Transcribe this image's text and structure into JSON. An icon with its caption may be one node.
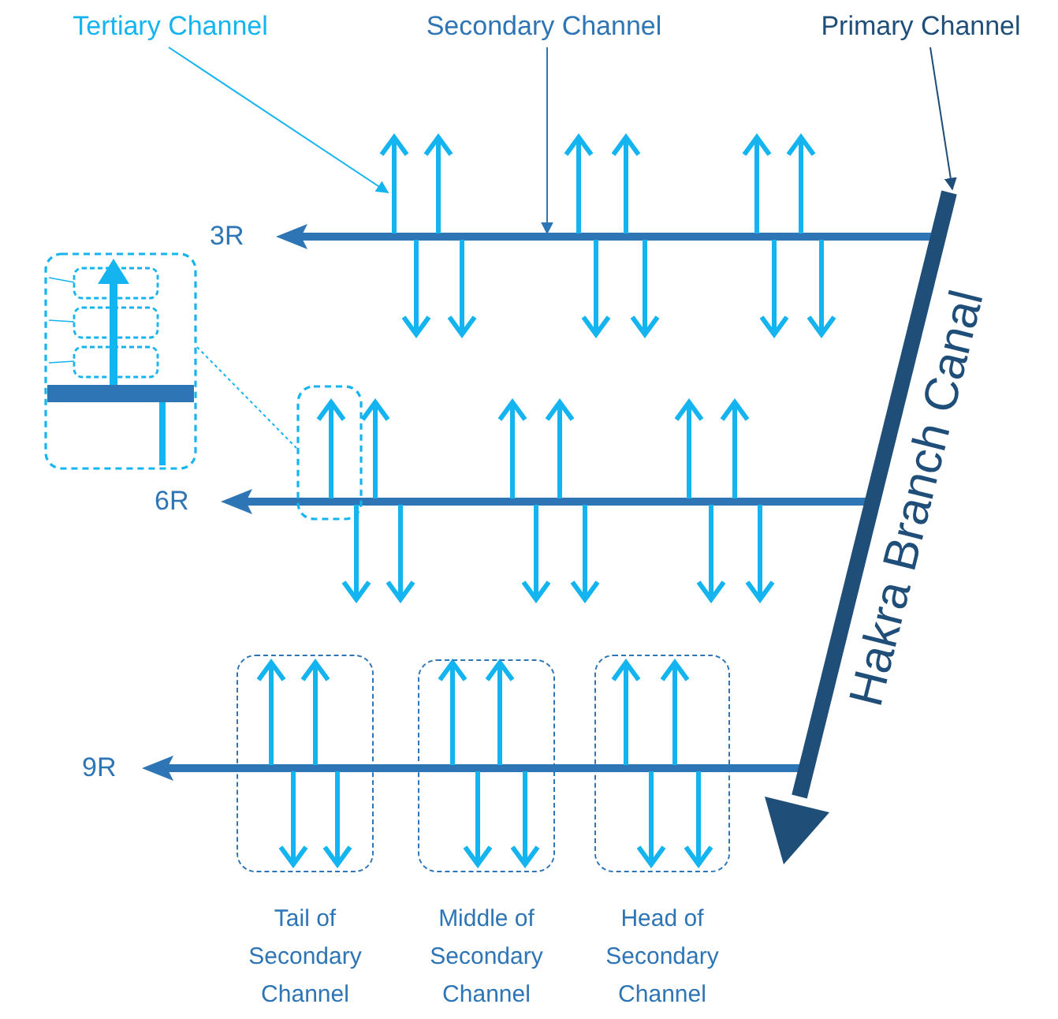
{
  "diagram": {
    "nodes": [
      {
        "text": [
          "Tertiary Channel"
        ]
      },
      {
        "text": [
          "Secondary Channel"
        ]
      },
      {
        "text": [
          "Primary Channel"
        ]
      },
      {
        "text": [],
        "shape": "box"
      },
      {
        "text": [],
        "shape": "box"
      },
      {
        "text": [
          "Tail of Secondary Channel"
        ]
      },
      {
        "text": [
          "Middle of Secondary Channel"
        ]
      },
      {
        "text": [
          "Head of Secondary Channel"
        ]
      }
    ],
    "edges": [
      {
        "from": 0,
        "to": null,
        "arrow": "to",
        "color": "#14b4f0"
      },
      {
        "from": 1,
        "to": null,
        "arrow": "to",
        "color": "#2e75b6"
      },
      {
        "from": 2,
        "to": null,
        "arrow": "to",
        "color": "#1f4e79"
      },
      {
        "from": 3,
        "to": 4,
        "arrow": "none",
        "style": "dashed",
        "color": "#14b4f0"
      }
    ],
    "labels": [
      "3R",
      "6R",
      "9R",
      "Hakra Branch Canal"
    ]
  }
}
